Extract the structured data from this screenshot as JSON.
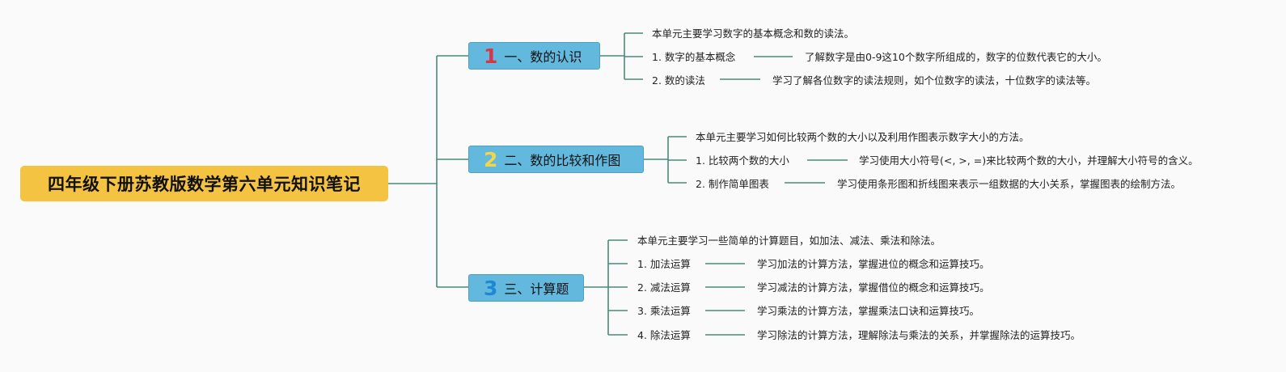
{
  "root": {
    "title": "四年级下册苏教版数学第六单元知识笔记"
  },
  "branches": [
    {
      "number": "1",
      "title": "一、数的认识",
      "summary": "本单元主要学习数字的基本概念和数的读法。",
      "items": [
        {
          "label": "1. 数字的基本概念",
          "detail": "了解数字是由0-9这10个数字所组成的，数字的位数代表它的大小。"
        },
        {
          "label": "2. 数的读法",
          "detail": "学习了解各位数字的读法规则，如个位数字的读法，十位数字的读法等。"
        }
      ]
    },
    {
      "number": "2",
      "title": "二、数的比较和作图",
      "summary": "本单元主要学习如何比较两个数的大小以及利用作图表示数字大小的方法。",
      "items": [
        {
          "label": "1. 比较两个数的大小",
          "detail": "学习使用大小符号(<, >, =)来比较两个数的大小，并理解大小符号的含义。"
        },
        {
          "label": "2. 制作简单图表",
          "detail": "学习使用条形图和折线图来表示一组数据的大小关系，掌握图表的绘制方法。"
        }
      ]
    },
    {
      "number": "3",
      "title": "三、计算题",
      "summary": "本单元主要学习一些简单的计算题目，如加法、减法、乘法和除法。",
      "items": [
        {
          "label": "1. 加法运算",
          "detail": "学习加法的计算方法，掌握进位的概念和运算技巧。"
        },
        {
          "label": "2. 减法运算",
          "detail": "学习减法的计算方法，掌握借位的概念和运算技巧。"
        },
        {
          "label": "3. 乘法运算",
          "detail": "学习乘法的计算方法，掌握乘法口诀和运算技巧。"
        },
        {
          "label": "4. 除法运算",
          "detail": "学习除法的计算方法，理解除法与乘法的关系，并掌握除法的运算技巧。"
        }
      ]
    }
  ],
  "colors": {
    "root_fill": "#f5c342",
    "branch_fill": "#62b9dd",
    "connector": "#4a8a7a"
  }
}
